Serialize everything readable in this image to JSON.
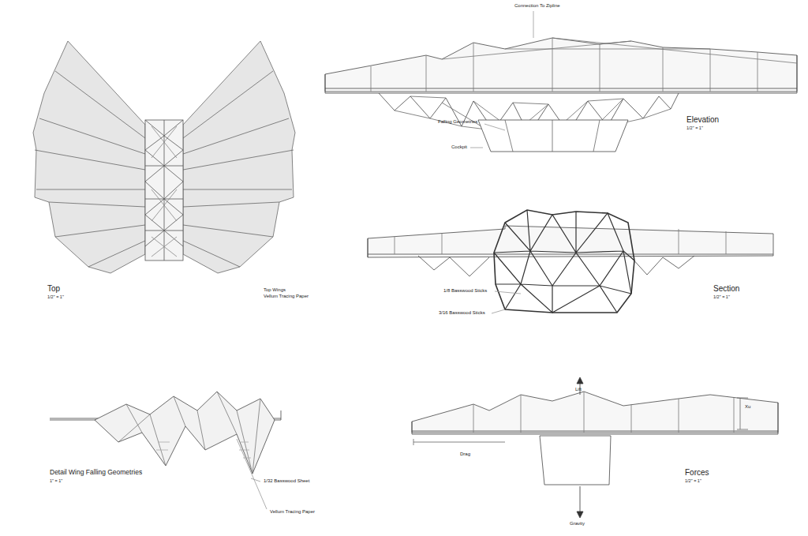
{
  "diagram": {
    "labels": [
      "Connection To Zipline",
      "Falling Geometries",
      "Cockpit",
      "Elevation",
      "1/2\" = 1\"",
      "Top",
      "1/2\" = 1\"",
      "Top Wings",
      "Vellum Tracing Paper",
      "1/8 Basswood Sticks",
      "3/16 Basswood Sticks",
      "Section",
      "1/2\" = 1\"",
      "Detail Wing Falling Geometries",
      "1\" = 1\"",
      "1/32 Basswood Sheet",
      "Vellum Tracing Paper",
      "Lift",
      "Xu",
      "Drag",
      "Forces",
      "1/2\" = 1\"",
      "Gravity"
    ]
  }
}
